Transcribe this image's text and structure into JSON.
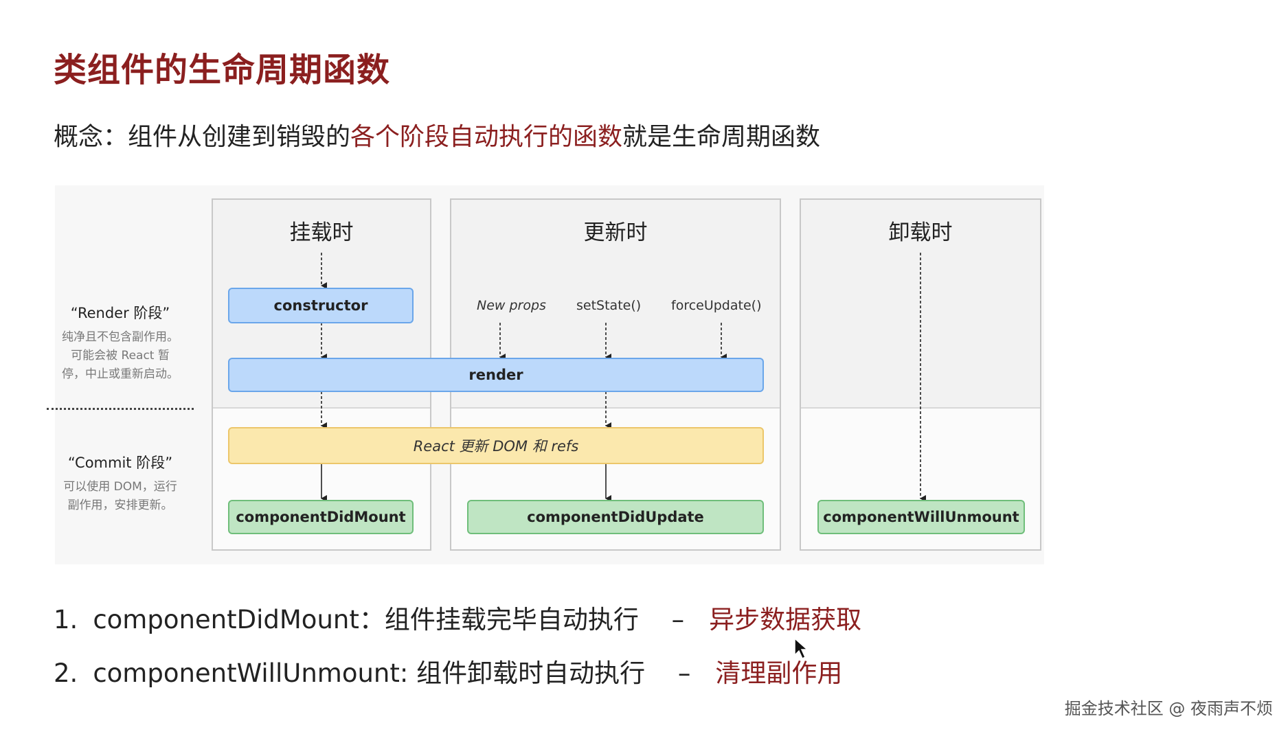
{
  "title": "类组件的生命周期函数",
  "concept": {
    "prefix": "概念：组件从创建到销毁的",
    "highlight": "各个阶段自动执行的函数",
    "suffix": "就是生命周期函数"
  },
  "phases": {
    "render": {
      "title": "“Render 阶段”",
      "desc": [
        "纯净且不包含副作用。",
        "可能会被 React 暂",
        "停，中止或重新启动。"
      ]
    },
    "commit": {
      "title": "“Commit 阶段”",
      "desc": [
        "可以使用 DOM，运行",
        "副作用，安排更新。"
      ]
    }
  },
  "columns": {
    "mount": "挂载时",
    "update": "更新时",
    "unmount": "卸载时"
  },
  "triggers": {
    "new_props": "New props",
    "set_state": "setState()",
    "force_update": "forceUpdate()"
  },
  "methods": {
    "constructor": "constructor",
    "render": "render",
    "react_update": "React 更新 DOM 和 refs",
    "did_mount": "componentDidMount",
    "did_update": "componentDidUpdate",
    "will_unmount": "componentWillUnmount"
  },
  "list": [
    {
      "num": "1.",
      "text": "componentDidMount：组件挂载完毕自动执行",
      "dash": "–",
      "highlight": "异步数据获取"
    },
    {
      "num": "2.",
      "text": "componentWillUnmount: 组件卸载时自动执行",
      "dash": "–",
      "highlight": "清理副作用"
    }
  ],
  "watermark": "掘金技术社区 @ 夜雨声不烦",
  "colors": {
    "accent": "#8b1f1f",
    "blue": "#bcd9fb",
    "yellow": "#fbe8ad",
    "green": "#bfe5c3"
  }
}
